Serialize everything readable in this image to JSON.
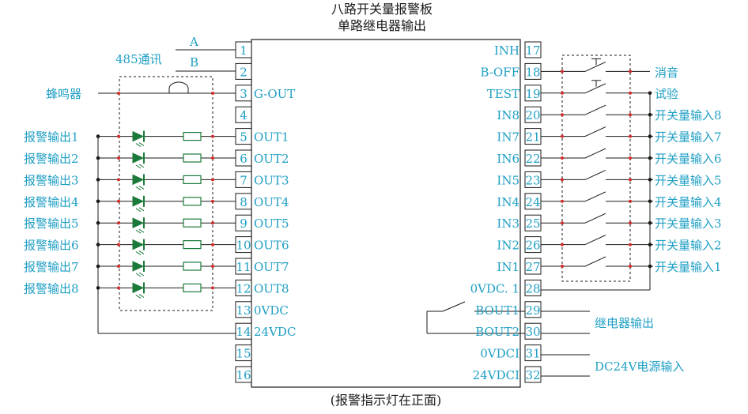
{
  "title": {
    "line1": "八路开关量报警板",
    "line2": "单路继电器输出"
  },
  "footer": "(报警指示灯在正面)",
  "left_labels": {
    "comm": "485通讯",
    "a": "A",
    "b": "B",
    "buzzer": "蜂鸣器",
    "alarms": [
      "报警输出1",
      "报警输出2",
      "报警输出3",
      "报警输出4",
      "报警输出5",
      "报警输出6",
      "报警输出7",
      "报警输出8"
    ]
  },
  "left_pins": [
    {
      "num": "1",
      "label": ""
    },
    {
      "num": "2",
      "label": ""
    },
    {
      "num": "3",
      "label": "G-OUT"
    },
    {
      "num": "4",
      "label": ""
    },
    {
      "num": "5",
      "label": "OUT1"
    },
    {
      "num": "6",
      "label": "OUT2"
    },
    {
      "num": "7",
      "label": "OUT3"
    },
    {
      "num": "8",
      "label": "OUT4"
    },
    {
      "num": "9",
      "label": "OUT5"
    },
    {
      "num": "10",
      "label": "OUT6"
    },
    {
      "num": "11",
      "label": "OUT7"
    },
    {
      "num": "12",
      "label": "OUT8"
    },
    {
      "num": "13",
      "label": "0VDC"
    },
    {
      "num": "14",
      "label": "24VDC"
    },
    {
      "num": "15",
      "label": ""
    },
    {
      "num": "16",
      "label": ""
    }
  ],
  "right_pins": [
    {
      "num": "17",
      "label": "INH"
    },
    {
      "num": "18",
      "label": "B-OFF"
    },
    {
      "num": "19",
      "label": "TEST"
    },
    {
      "num": "20",
      "label": "IN8"
    },
    {
      "num": "21",
      "label": "IN7"
    },
    {
      "num": "22",
      "label": "IN6"
    },
    {
      "num": "23",
      "label": "IN5"
    },
    {
      "num": "24",
      "label": "IN4"
    },
    {
      "num": "25",
      "label": "IN3"
    },
    {
      "num": "26",
      "label": "IN2"
    },
    {
      "num": "27",
      "label": "IN1"
    },
    {
      "num": "28",
      "label": "0VDC. 1"
    },
    {
      "num": "29",
      "label": "BOUT1"
    },
    {
      "num": "30",
      "label": "BOUT2"
    },
    {
      "num": "31",
      "label": "0VDCI"
    },
    {
      "num": "32",
      "label": "24VDCI"
    }
  ],
  "right_labels": {
    "mute": "消音",
    "test": "试验",
    "inputs": [
      "开关量输入8",
      "开关量输入7",
      "开关量输入6",
      "开关量输入5",
      "开关量输入4",
      "开关量输入3",
      "开关量输入2",
      "开关量输入1"
    ],
    "relay": "继电器输出",
    "power": "DC24V电源输入"
  },
  "colors": {
    "line": "#1a1a1a",
    "text": "#1f9fc4",
    "node": "#d42a2a",
    "led": "#1b7a3a"
  }
}
